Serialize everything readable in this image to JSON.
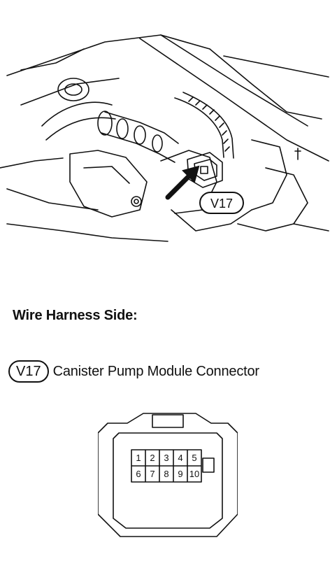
{
  "illustration": {
    "callout_label": "V17"
  },
  "heading": "Wire Harness Side:",
  "connector": {
    "badge": "V17",
    "name": "Canister Pump Module Connector",
    "pins": [
      "1",
      "2",
      "3",
      "4",
      "5",
      "6",
      "7",
      "8",
      "9",
      "10"
    ]
  }
}
